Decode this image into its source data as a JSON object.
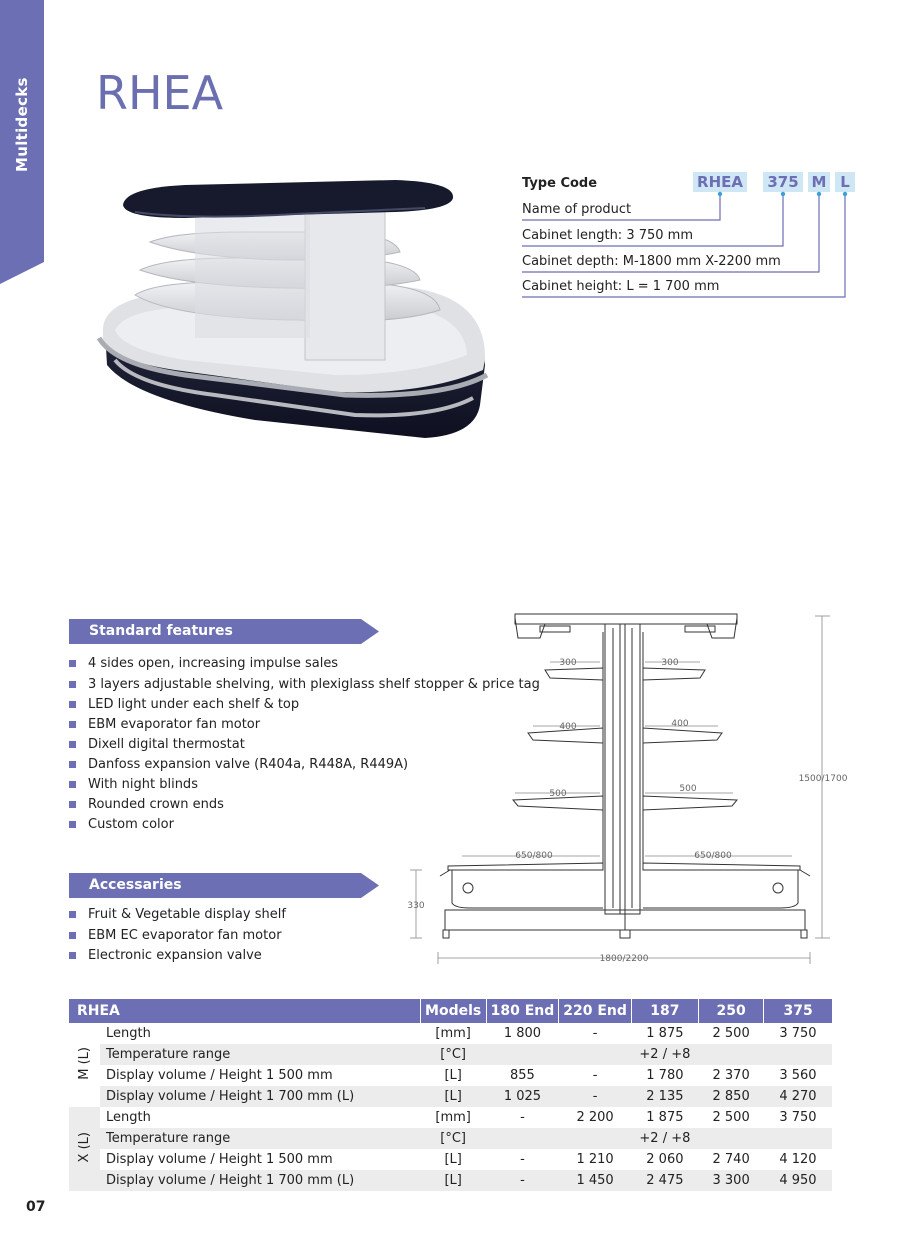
{
  "side_tab": {
    "label": "Multidecks"
  },
  "title": "RHEA",
  "type_code": {
    "heading": "Type Code",
    "codes": [
      "RHEA",
      "375",
      "M",
      "L"
    ],
    "rows": [
      "Name of product",
      "Cabinet length: 3 750 mm",
      "Cabinet depth: M-1800 mm  X-2200 mm",
      "Cabinet height: L = 1 700 mm"
    ]
  },
  "standard_features": {
    "heading": "Standard features",
    "items": [
      "4 sides open, increasing impulse sales",
      "3 layers adjustable shelving, with plexiglass shelf stopper & price tag",
      "LED light under each shelf & top",
      "EBM evaporator fan motor",
      "Dixell digital thermostat",
      "Danfoss expansion valve (R404a, R448A, R449A)",
      "With night blinds",
      "Rounded crown ends",
      "Custom color"
    ]
  },
  "accessories": {
    "heading": "Accessaries",
    "items": [
      "Fruit & Vegetable display shelf",
      "EBM EC evaporator fan motor",
      "Electronic expansion valve"
    ]
  },
  "drawing": {
    "shelf_top": "300",
    "shelf_mid": "400",
    "shelf_low": "500",
    "base_depth": "650/800",
    "height": "1500/1700",
    "base_height": "330",
    "width": "1800/2200"
  },
  "spec_table": {
    "header": [
      "RHEA",
      "Models",
      "180 End",
      "220 End",
      "187",
      "250",
      "375"
    ],
    "groups": [
      {
        "label": "M (L)",
        "rows": [
          [
            "Length",
            "[mm]",
            "1 800",
            "-",
            "1 875",
            "2 500",
            "3 750"
          ],
          [
            "Temperature range",
            "[°C]",
            "+2 / +8"
          ],
          [
            "Display volume / Height 1 500 mm",
            "[L]",
            "855",
            "-",
            "1 780",
            "2 370",
            "3 560"
          ],
          [
            "Display volume / Height 1 700 mm (L)",
            "[L]",
            "1 025",
            "-",
            "2 135",
            "2 850",
            "4 270"
          ]
        ]
      },
      {
        "label": "X (L)",
        "rows": [
          [
            "Length",
            "[mm]",
            "-",
            "2 200",
            "1 875",
            "2 500",
            "3 750"
          ],
          [
            "Temperature range",
            "[°C]",
            "+2 / +8"
          ],
          [
            "Display volume / Height 1 500 mm",
            "[L]",
            "-",
            "1 210",
            "2 060",
            "2 740",
            "4 120"
          ],
          [
            "Display volume / Height 1 700 mm (L)",
            "[L]",
            "-",
            "1 450",
            "2 475",
            "3 300",
            "4 950"
          ]
        ]
      }
    ]
  },
  "page_number": "07",
  "colors": {
    "accent": "#6c6fb3",
    "code_bg": "#cfe6f5",
    "row_shade": "#ececec"
  }
}
